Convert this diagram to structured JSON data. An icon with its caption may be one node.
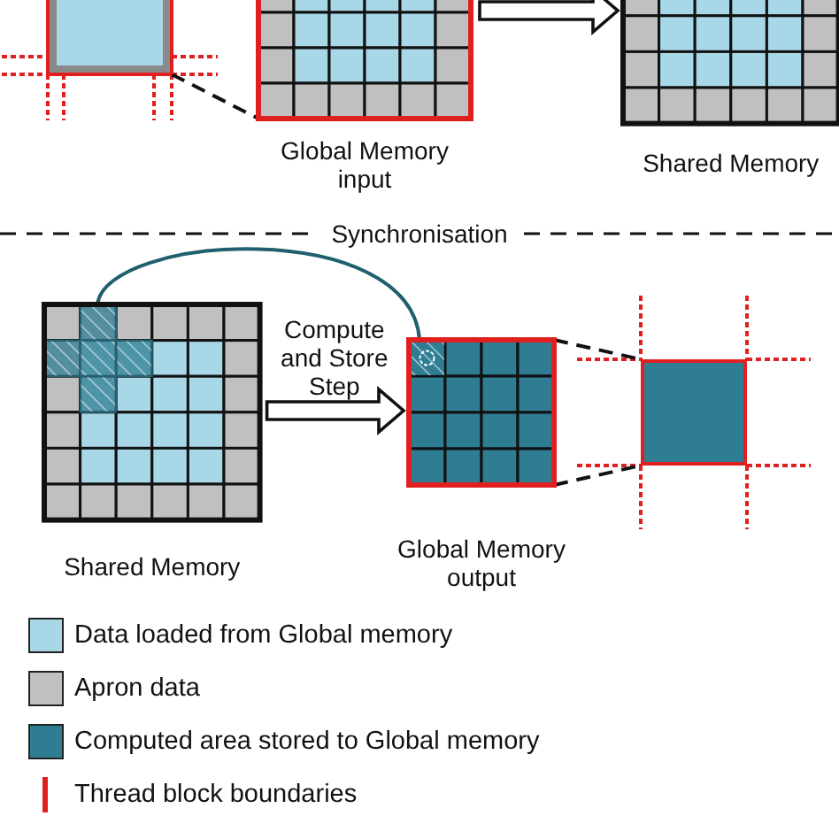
{
  "diagram": {
    "nodes": [
      {
        "text": [],
        "shape": "box"
      },
      {
        "text": [
          "Global Memory input"
        ]
      },
      {
        "text": [
          "Shared Memory"
        ]
      },
      {
        "text": [
          "Shared Memory"
        ]
      },
      {
        "text": [
          "Global Memory output"
        ]
      },
      {
        "text": [],
        "shape": "box"
      }
    ],
    "edges": [
      {
        "from": 0,
        "to": 1,
        "arrow": "none",
        "style": "dashed"
      },
      {
        "from": 1,
        "to": 2,
        "arrow": "to",
        "style": "thick"
      },
      {
        "from": 3,
        "to": 4,
        "arrow": "to",
        "style": "thick",
        "label": "Compute and Store Step"
      },
      {
        "from": 3,
        "to": 4,
        "arrow": "none",
        "color": "#1f5f6e"
      },
      {
        "from": 4,
        "to": 5,
        "arrow": "none",
        "style": "dashed"
      },
      {
        "from": 4,
        "to": 5,
        "arrow": "none",
        "style": "dashed"
      }
    ],
    "labels": [
      "Synchronisation"
    ],
    "legend": [
      {
        "text": "Data loaded from Global memory",
        "color": "#a8d8e8"
      },
      {
        "text": "Apron data",
        "color": "#c0c0c0"
      },
      {
        "text": "Computed area stored to Global memory",
        "color": "#2e7d93"
      },
      {
        "text": "Thread block boundaries"
      }
    ]
  }
}
